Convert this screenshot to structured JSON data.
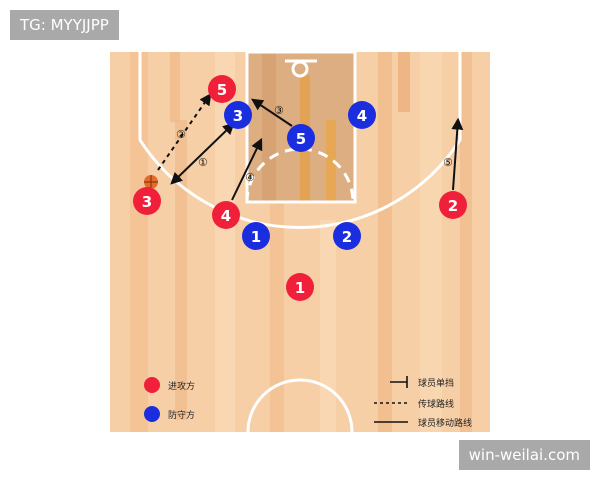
{
  "watermarks": {
    "top_left": "TG: MYYJJPP",
    "bottom_right": "win-weilai.com"
  },
  "legend": {
    "offense": "进攻方",
    "defense": "防守方",
    "screen": "球员单挡",
    "pass": "传球路线",
    "move": "球员移动路线"
  },
  "colors": {
    "offense": "#f0203a",
    "defense": "#1a2ee0",
    "court": "#f6c9a0",
    "paint": "#d9a878",
    "line": "#ffffff"
  },
  "players": {
    "offense": [
      "1",
      "2",
      "3",
      "4",
      "5"
    ],
    "defense": [
      "1",
      "2",
      "3",
      "4",
      "5"
    ]
  },
  "step_markers": [
    "①",
    "②",
    "③",
    "④",
    "⑤"
  ],
  "icons": {
    "ball": "basketball-icon"
  }
}
